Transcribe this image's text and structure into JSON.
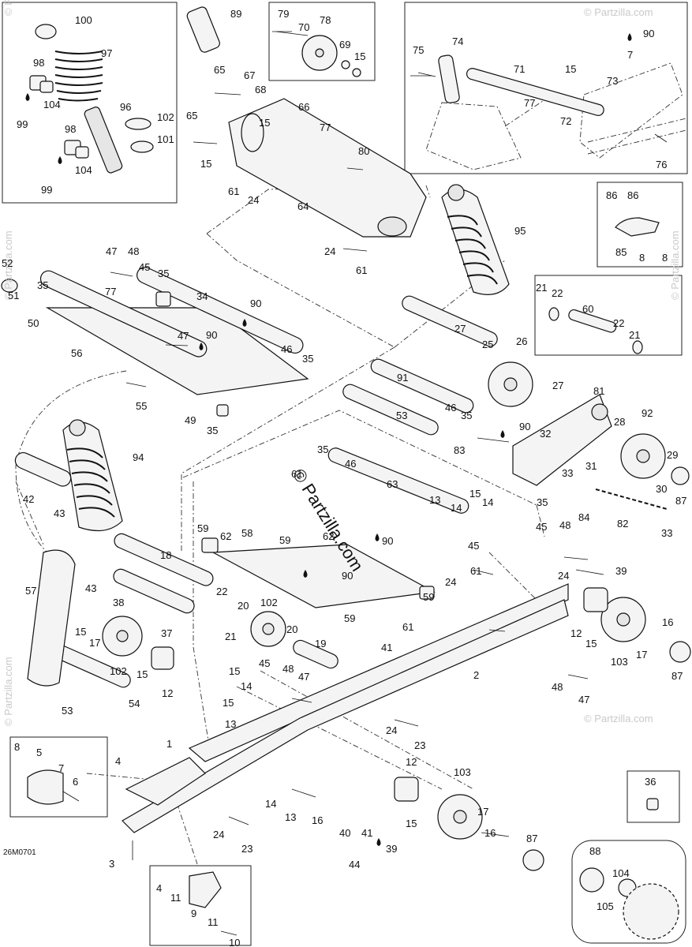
{
  "diagram": {
    "code": "26M0701",
    "watermark_corner": "© Partzilla.com",
    "watermark_center": "© Partzilla.com",
    "labels": [
      {
        "id": "l1",
        "text": "100"
      },
      {
        "id": "l2",
        "text": "97"
      },
      {
        "id": "l3",
        "text": "98"
      },
      {
        "id": "l4",
        "text": "104"
      },
      {
        "id": "l5",
        "text": "99"
      },
      {
        "id": "l6",
        "text": "96"
      },
      {
        "id": "l7",
        "text": "102"
      },
      {
        "id": "l8",
        "text": "101"
      },
      {
        "id": "l9",
        "text": "98"
      },
      {
        "id": "l10",
        "text": "104"
      },
      {
        "id": "l11",
        "text": "99"
      },
      {
        "id": "l12",
        "text": "89"
      },
      {
        "id": "l13",
        "text": "79"
      },
      {
        "id": "l14",
        "text": "78"
      },
      {
        "id": "l15",
        "text": "70"
      },
      {
        "id": "l16",
        "text": "69"
      },
      {
        "id": "l17",
        "text": "15"
      },
      {
        "id": "l18",
        "text": "75"
      },
      {
        "id": "l19",
        "text": "74"
      },
      {
        "id": "l20",
        "text": "90"
      },
      {
        "id": "l21",
        "text": "7"
      },
      {
        "id": "l22",
        "text": "71"
      },
      {
        "id": "l23",
        "text": "15"
      },
      {
        "id": "l24",
        "text": "73"
      },
      {
        "id": "l25",
        "text": "77"
      },
      {
        "id": "l26",
        "text": "72"
      },
      {
        "id": "l27",
        "text": "76"
      },
      {
        "id": "l28",
        "text": "65"
      },
      {
        "id": "l29",
        "text": "67"
      },
      {
        "id": "l30",
        "text": "68"
      },
      {
        "id": "l31",
        "text": "66"
      },
      {
        "id": "l32",
        "text": "65"
      },
      {
        "id": "l33",
        "text": "15"
      },
      {
        "id": "l34",
        "text": "77"
      },
      {
        "id": "l35",
        "text": "80"
      },
      {
        "id": "l36",
        "text": "15"
      },
      {
        "id": "l37",
        "text": "61"
      },
      {
        "id": "l38",
        "text": "24"
      },
      {
        "id": "l39",
        "text": "64"
      },
      {
        "id": "l40",
        "text": "24"
      },
      {
        "id": "l41",
        "text": "61"
      },
      {
        "id": "l42",
        "text": "95"
      },
      {
        "id": "l43",
        "text": "86"
      },
      {
        "id": "l44",
        "text": "86"
      },
      {
        "id": "l45",
        "text": "85"
      },
      {
        "id": "l46",
        "text": "8"
      },
      {
        "id": "l47",
        "text": "8"
      },
      {
        "id": "l48",
        "text": "52"
      },
      {
        "id": "l49",
        "text": "47"
      },
      {
        "id": "l50",
        "text": "48"
      },
      {
        "id": "l51",
        "text": "45"
      },
      {
        "id": "l52",
        "text": "35"
      },
      {
        "id": "l53",
        "text": "35"
      },
      {
        "id": "l54",
        "text": "51"
      },
      {
        "id": "l55",
        "text": "50"
      },
      {
        "id": "l56",
        "text": "77"
      },
      {
        "id": "l57",
        "text": "34"
      },
      {
        "id": "l58",
        "text": "90"
      },
      {
        "id": "l59",
        "text": "47"
      },
      {
        "id": "l60",
        "text": "90"
      },
      {
        "id": "l61",
        "text": "56"
      },
      {
        "id": "l62",
        "text": "46"
      },
      {
        "id": "l63",
        "text": "35"
      },
      {
        "id": "l64",
        "text": "55"
      },
      {
        "id": "l65",
        "text": "49"
      },
      {
        "id": "l66",
        "text": "35"
      },
      {
        "id": "l67",
        "text": "21"
      },
      {
        "id": "l68",
        "text": "22"
      },
      {
        "id": "l69",
        "text": "60"
      },
      {
        "id": "l70",
        "text": "22"
      },
      {
        "id": "l71",
        "text": "21"
      },
      {
        "id": "l72",
        "text": "27"
      },
      {
        "id": "l73",
        "text": "25"
      },
      {
        "id": "l74",
        "text": "26"
      },
      {
        "id": "l75",
        "text": "27"
      },
      {
        "id": "l76",
        "text": "91"
      },
      {
        "id": "l77",
        "text": "81"
      },
      {
        "id": "l78",
        "text": "46"
      },
      {
        "id": "l79",
        "text": "35"
      },
      {
        "id": "l80",
        "text": "53"
      },
      {
        "id": "l81",
        "text": "90"
      },
      {
        "id": "l82",
        "text": "28"
      },
      {
        "id": "l83",
        "text": "92"
      },
      {
        "id": "l84",
        "text": "32"
      },
      {
        "id": "l85",
        "text": "83"
      },
      {
        "id": "l86",
        "text": "31"
      },
      {
        "id": "l87",
        "text": "29"
      },
      {
        "id": "l88",
        "text": "33"
      },
      {
        "id": "l89",
        "text": "30"
      },
      {
        "id": "l90",
        "text": "87"
      },
      {
        "id": "l91",
        "text": "35"
      },
      {
        "id": "l92",
        "text": "84"
      },
      {
        "id": "l93",
        "text": "82"
      },
      {
        "id": "l94",
        "text": "33"
      },
      {
        "id": "l95",
        "text": "94"
      },
      {
        "id": "l96",
        "text": "42"
      },
      {
        "id": "l97",
        "text": "43"
      },
      {
        "id": "l98",
        "text": "35"
      },
      {
        "id": "l99",
        "text": "46"
      },
      {
        "id": "l100",
        "text": "61"
      },
      {
        "id": "l101",
        "text": "63"
      },
      {
        "id": "l102",
        "text": "13"
      },
      {
        "id": "l103",
        "text": "14"
      },
      {
        "id": "l104",
        "text": "15"
      },
      {
        "id": "l105",
        "text": "14"
      },
      {
        "id": "l106",
        "text": "59"
      },
      {
        "id": "l107",
        "text": "62"
      },
      {
        "id": "l108",
        "text": "58"
      },
      {
        "id": "l109",
        "text": "59"
      },
      {
        "id": "l110",
        "text": "62"
      },
      {
        "id": "l111",
        "text": "90"
      },
      {
        "id": "l112",
        "text": "90"
      },
      {
        "id": "l113",
        "text": "45"
      },
      {
        "id": "l114",
        "text": "48"
      },
      {
        "id": "l115",
        "text": "45"
      },
      {
        "id": "l116",
        "text": "24"
      },
      {
        "id": "l117",
        "text": "24"
      },
      {
        "id": "l118",
        "text": "39"
      },
      {
        "id": "l119",
        "text": "61"
      },
      {
        "id": "l120",
        "text": "57"
      },
      {
        "id": "l121",
        "text": "43"
      },
      {
        "id": "l122",
        "text": "18"
      },
      {
        "id": "l123",
        "text": "38"
      },
      {
        "id": "l124",
        "text": "22"
      },
      {
        "id": "l125",
        "text": "20"
      },
      {
        "id": "l126",
        "text": "102"
      },
      {
        "id": "l127",
        "text": "20"
      },
      {
        "id": "l128",
        "text": "59"
      },
      {
        "id": "l129",
        "text": "59"
      },
      {
        "id": "l130",
        "text": "15"
      },
      {
        "id": "l131",
        "text": "17"
      },
      {
        "id": "l132",
        "text": "37"
      },
      {
        "id": "l133",
        "text": "21"
      },
      {
        "id": "l134",
        "text": "19"
      },
      {
        "id": "l135",
        "text": "41"
      },
      {
        "id": "l136",
        "text": "61"
      },
      {
        "id": "l137",
        "text": "12"
      },
      {
        "id": "l138",
        "text": "15"
      },
      {
        "id": "l139",
        "text": "16"
      },
      {
        "id": "l140",
        "text": "102"
      },
      {
        "id": "l141",
        "text": "15"
      },
      {
        "id": "l142",
        "text": "45"
      },
      {
        "id": "l143",
        "text": "48"
      },
      {
        "id": "l144",
        "text": "47"
      },
      {
        "id": "l145",
        "text": "2"
      },
      {
        "id": "l146",
        "text": "103"
      },
      {
        "id": "l147",
        "text": "17"
      },
      {
        "id": "l148",
        "text": "87"
      },
      {
        "id": "l149",
        "text": "12"
      },
      {
        "id": "l150",
        "text": "15"
      },
      {
        "id": "l151",
        "text": "14"
      },
      {
        "id": "l152",
        "text": "15"
      },
      {
        "id": "l153",
        "text": "13"
      },
      {
        "id": "l154",
        "text": "48"
      },
      {
        "id": "l155",
        "text": "47"
      },
      {
        "id": "l156",
        "text": "53"
      },
      {
        "id": "l157",
        "text": "54"
      },
      {
        "id": "l158",
        "text": "24"
      },
      {
        "id": "l159",
        "text": "23"
      },
      {
        "id": "l160",
        "text": "1"
      },
      {
        "id": "l161",
        "text": "8"
      },
      {
        "id": "l162",
        "text": "5"
      },
      {
        "id": "l163",
        "text": "7"
      },
      {
        "id": "l164",
        "text": "6"
      },
      {
        "id": "l165",
        "text": "4"
      },
      {
        "id": "l166",
        "text": "12"
      },
      {
        "id": "l167",
        "text": "103"
      },
      {
        "id": "l168",
        "text": "36"
      },
      {
        "id": "l169",
        "text": "14"
      },
      {
        "id": "l170",
        "text": "13"
      },
      {
        "id": "l171",
        "text": "16"
      },
      {
        "id": "l172",
        "text": "40"
      },
      {
        "id": "l173",
        "text": "41"
      },
      {
        "id": "l174",
        "text": "15"
      },
      {
        "id": "l175",
        "text": "17"
      },
      {
        "id": "l176",
        "text": "16"
      },
      {
        "id": "l177",
        "text": "87"
      },
      {
        "id": "l178",
        "text": "24"
      },
      {
        "id": "l179",
        "text": "23"
      },
      {
        "id": "l180",
        "text": "39"
      },
      {
        "id": "l181",
        "text": "44"
      },
      {
        "id": "l182",
        "text": "3"
      },
      {
        "id": "l183",
        "text": "4"
      },
      {
        "id": "l184",
        "text": "11"
      },
      {
        "id": "l185",
        "text": "9"
      },
      {
        "id": "l186",
        "text": "11"
      },
      {
        "id": "l187",
        "text": "10"
      },
      {
        "id": "l188",
        "text": "88"
      },
      {
        "id": "l189",
        "text": "104"
      },
      {
        "id": "l190",
        "text": "105"
      }
    ]
  }
}
